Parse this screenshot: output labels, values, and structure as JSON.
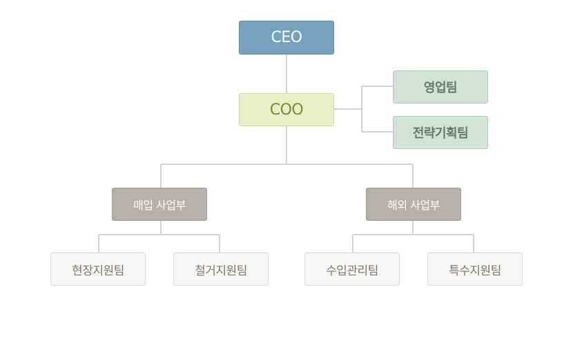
{
  "org_chart": {
    "ceo": "CEO",
    "coo": "COO",
    "coo_teams": [
      "영업팀",
      "전략기획팀"
    ],
    "divisions": [
      {
        "name": "매입 사업부",
        "teams": [
          "현장지원팀",
          "철거지원팀"
        ]
      },
      {
        "name": "해외 사업부",
        "teams": [
          "수입관리팀",
          "특수지원팀"
        ]
      }
    ]
  },
  "colors": {
    "ceo": "#76a1bc",
    "coo": "#e6efc6",
    "coo_team": "#cfe3d6",
    "division": "#b5b0ab",
    "leaf_team": "#f7f6f4",
    "connector": "#d3d3d3"
  }
}
